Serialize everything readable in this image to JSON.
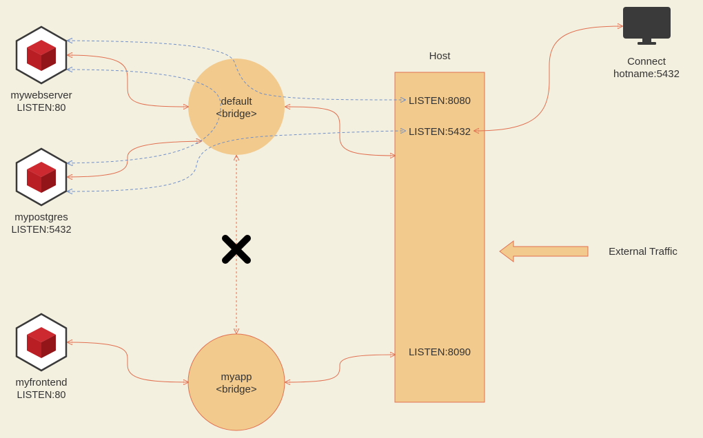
{
  "containers": [
    {
      "name": "mywebserver",
      "port": "LISTEN:80"
    },
    {
      "name": "mypostgres",
      "port": "LISTEN:5432"
    },
    {
      "name": "myfrontend",
      "port": "LISTEN:80"
    }
  ],
  "networks": [
    {
      "name": "default",
      "driver": "<bridge>"
    },
    {
      "name": "myapp",
      "driver": "<bridge>"
    }
  ],
  "host": {
    "title": "Host",
    "ports": [
      "LISTEN:8080",
      "LISTEN:5432",
      "LISTEN:8090"
    ]
  },
  "client": {
    "line1": "Connect",
    "line2": "hotname:5432"
  },
  "external": {
    "label": "External Traffic"
  },
  "colors": {
    "background": "#f4f0e0",
    "host_fill": "#f2ca8e",
    "network_fill": "#f2ca8e",
    "link_orange": "#e07050",
    "link_blue": "#6f8fc8",
    "container_red": "#b81e24",
    "monitor": "#3a3a3a"
  }
}
